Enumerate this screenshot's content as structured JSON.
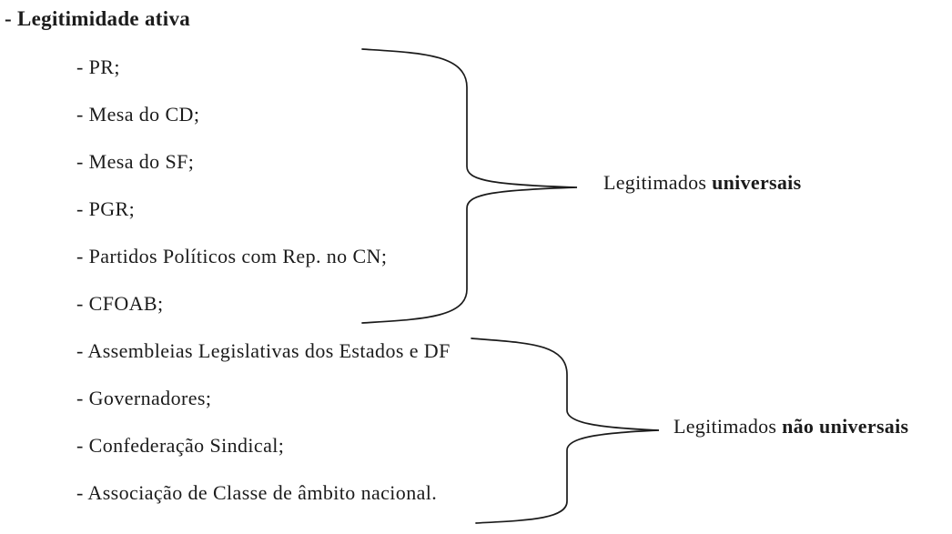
{
  "document": {
    "heading": "- Legitimidade ativa",
    "groups": [
      {
        "name": "universais",
        "items": [
          "- PR;",
          "- Mesa do CD;",
          "- Mesa do SF;",
          "- PGR;",
          "- Partidos Políticos com Rep. no CN;",
          "- CFOAB;"
        ],
        "label_prefix": "Legitimados ",
        "label_emphasis": "universais"
      },
      {
        "name": "nao-universais",
        "items": [
          "- Assembleias Legislativas dos Estados e DF",
          "- Governadores;",
          "- Confederação Sindical;",
          "- Associação de Classe de âmbito nacional."
        ],
        "label_prefix": "Legitimados ",
        "label_emphasis": "não universais"
      }
    ],
    "colors": {
      "ink": "#1b1b1b",
      "background": "#ffffff"
    }
  }
}
